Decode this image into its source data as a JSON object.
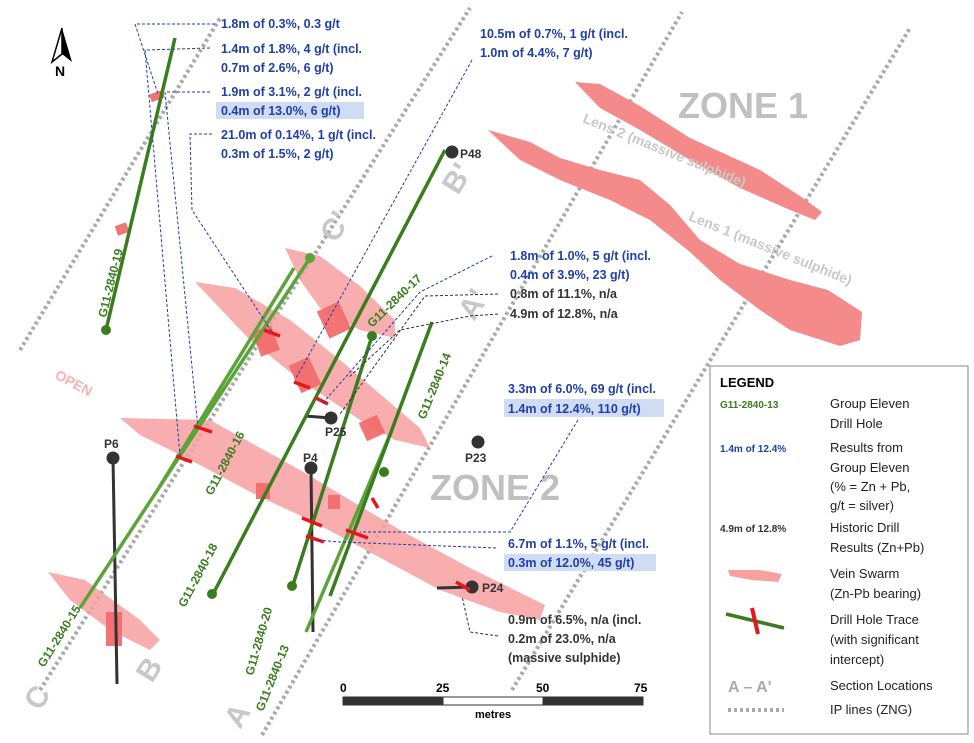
{
  "colors": {
    "vein": "#f7a0a0",
    "vein_dark": "#f26d6d",
    "intercept": "#e8151b",
    "green_hole": "#3a7d1e",
    "light_green_hole": "#5aa43a",
    "historic": "#333333",
    "ge_text": "#1f3fa8",
    "highlight": "#cfdcf3",
    "ip_line": "#aaaaaa",
    "section_letter": "#c8c8c8"
  },
  "north": {
    "label": "N"
  },
  "zones": {
    "zone1": "ZONE 1",
    "zone2": "ZONE 2"
  },
  "lenses": {
    "lens2": "Lens 2 (massive sulphide)",
    "lens1": "Lens 1 (massive sulphide)"
  },
  "open_label": "OPEN",
  "section_letters": {
    "C": "C",
    "C_prime": "C'",
    "B": "B",
    "B_prime": "B'",
    "A": "A",
    "A_prime": "A'"
  },
  "drill_holes": {
    "h19": "G11-2840-19",
    "h17": "G11-2840-17",
    "h16": "G11-2840-16",
    "h15": "G11-2840-15",
    "h18": "G11-2840-18",
    "h14": "G11-2840-14",
    "h20": "G11-2840-20",
    "h13": "G11-2840-13"
  },
  "historic_holes": {
    "p48": "P48",
    "p25": "P25",
    "p23": "P23",
    "p6": "P6",
    "p4": "P4",
    "p24": "P24"
  },
  "results": {
    "r1": [
      "1.8m of 0.3%, 0.3 g/t"
    ],
    "r2": [
      "1.4m of 1.8%, 4 g/t (incl.",
      "0.7m of 2.6%, 6 g/t)"
    ],
    "r3": [
      "1.9m of 3.1%, 2 g/t (incl.",
      "0.4m of 13.0%, 6 g/t)"
    ],
    "r4": [
      "21.0m of 0.14%, 1 g/t (incl.",
      "0.3m of 1.5%, 2 g/t)"
    ],
    "r5": [
      "10.5m of 0.7%, 1 g/t (incl.",
      "1.0m of 4.4%, 7 g/t)"
    ],
    "r6": [
      "1.8m of 1.0%, 5 g/t (incl.",
      "0.4m of 3.9%, 23 g/t)"
    ],
    "r7": [
      "0.8m of 11.1%, n/a"
    ],
    "r8": [
      "4.9m of 12.8%, n/a"
    ],
    "r9": [
      "3.3m of 6.0%, 69 g/t (incl.",
      "1.4m of 12.4%, 110 g/t)"
    ],
    "r10": [
      "6.7m of 1.1%, 5 g/t (incl.",
      "0.3m of 12.0%, 45 g/t)"
    ],
    "r11": [
      "0.9m of 6.5%, n/a (incl.",
      "0.2m of 23.0%, n/a",
      "(massive sulphide)"
    ]
  },
  "scale": {
    "ticks": [
      "0",
      "25",
      "50",
      "75"
    ],
    "unit": "metres"
  },
  "legend": {
    "title": "LEGEND",
    "items": [
      {
        "symbol": "G11-2840-13",
        "lines": [
          "Group Eleven",
          "Drill Hole"
        ]
      },
      {
        "symbol": "1.4m of 12.4%",
        "lines": [
          "Results from",
          "Group Eleven",
          "(% = Zn + Pb,",
          "g/t = silver)"
        ]
      },
      {
        "symbol": "4.9m of 12.8%",
        "lines": [
          "Historic Drill",
          "Results (Zn+Pb)"
        ]
      },
      {
        "symbol": "",
        "lines": [
          "Vein Swarm",
          "(Zn-Pb bearing)"
        ]
      },
      {
        "symbol": "",
        "lines": [
          "Drill Hole Trace",
          "(with significant",
          "intercept)"
        ]
      },
      {
        "symbol": "A – A'",
        "lines": [
          "Section Locations"
        ]
      },
      {
        "symbol": "",
        "lines": [
          "IP lines (ZNG)"
        ]
      }
    ]
  }
}
